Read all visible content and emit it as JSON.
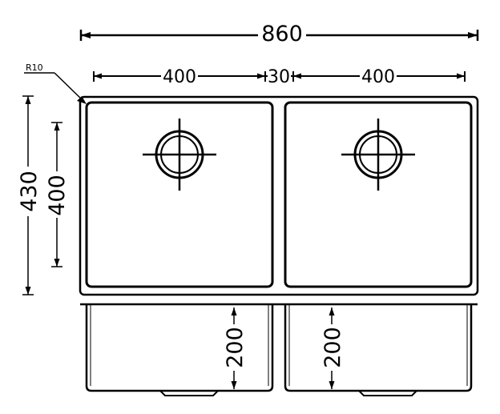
{
  "dimensions": {
    "overall_width": "860",
    "bowl_left_width": "400",
    "bowl_gap": "30",
    "bowl_right_width": "400",
    "overall_depth": "430",
    "bowl_depth": "400",
    "bowl_left_height": "200",
    "bowl_right_height": "200",
    "corner_radius": "R10"
  },
  "colors": {
    "line": "#000000",
    "background": "#ffffff"
  },
  "icons": [
    "drain-icon",
    "drain-icon"
  ]
}
